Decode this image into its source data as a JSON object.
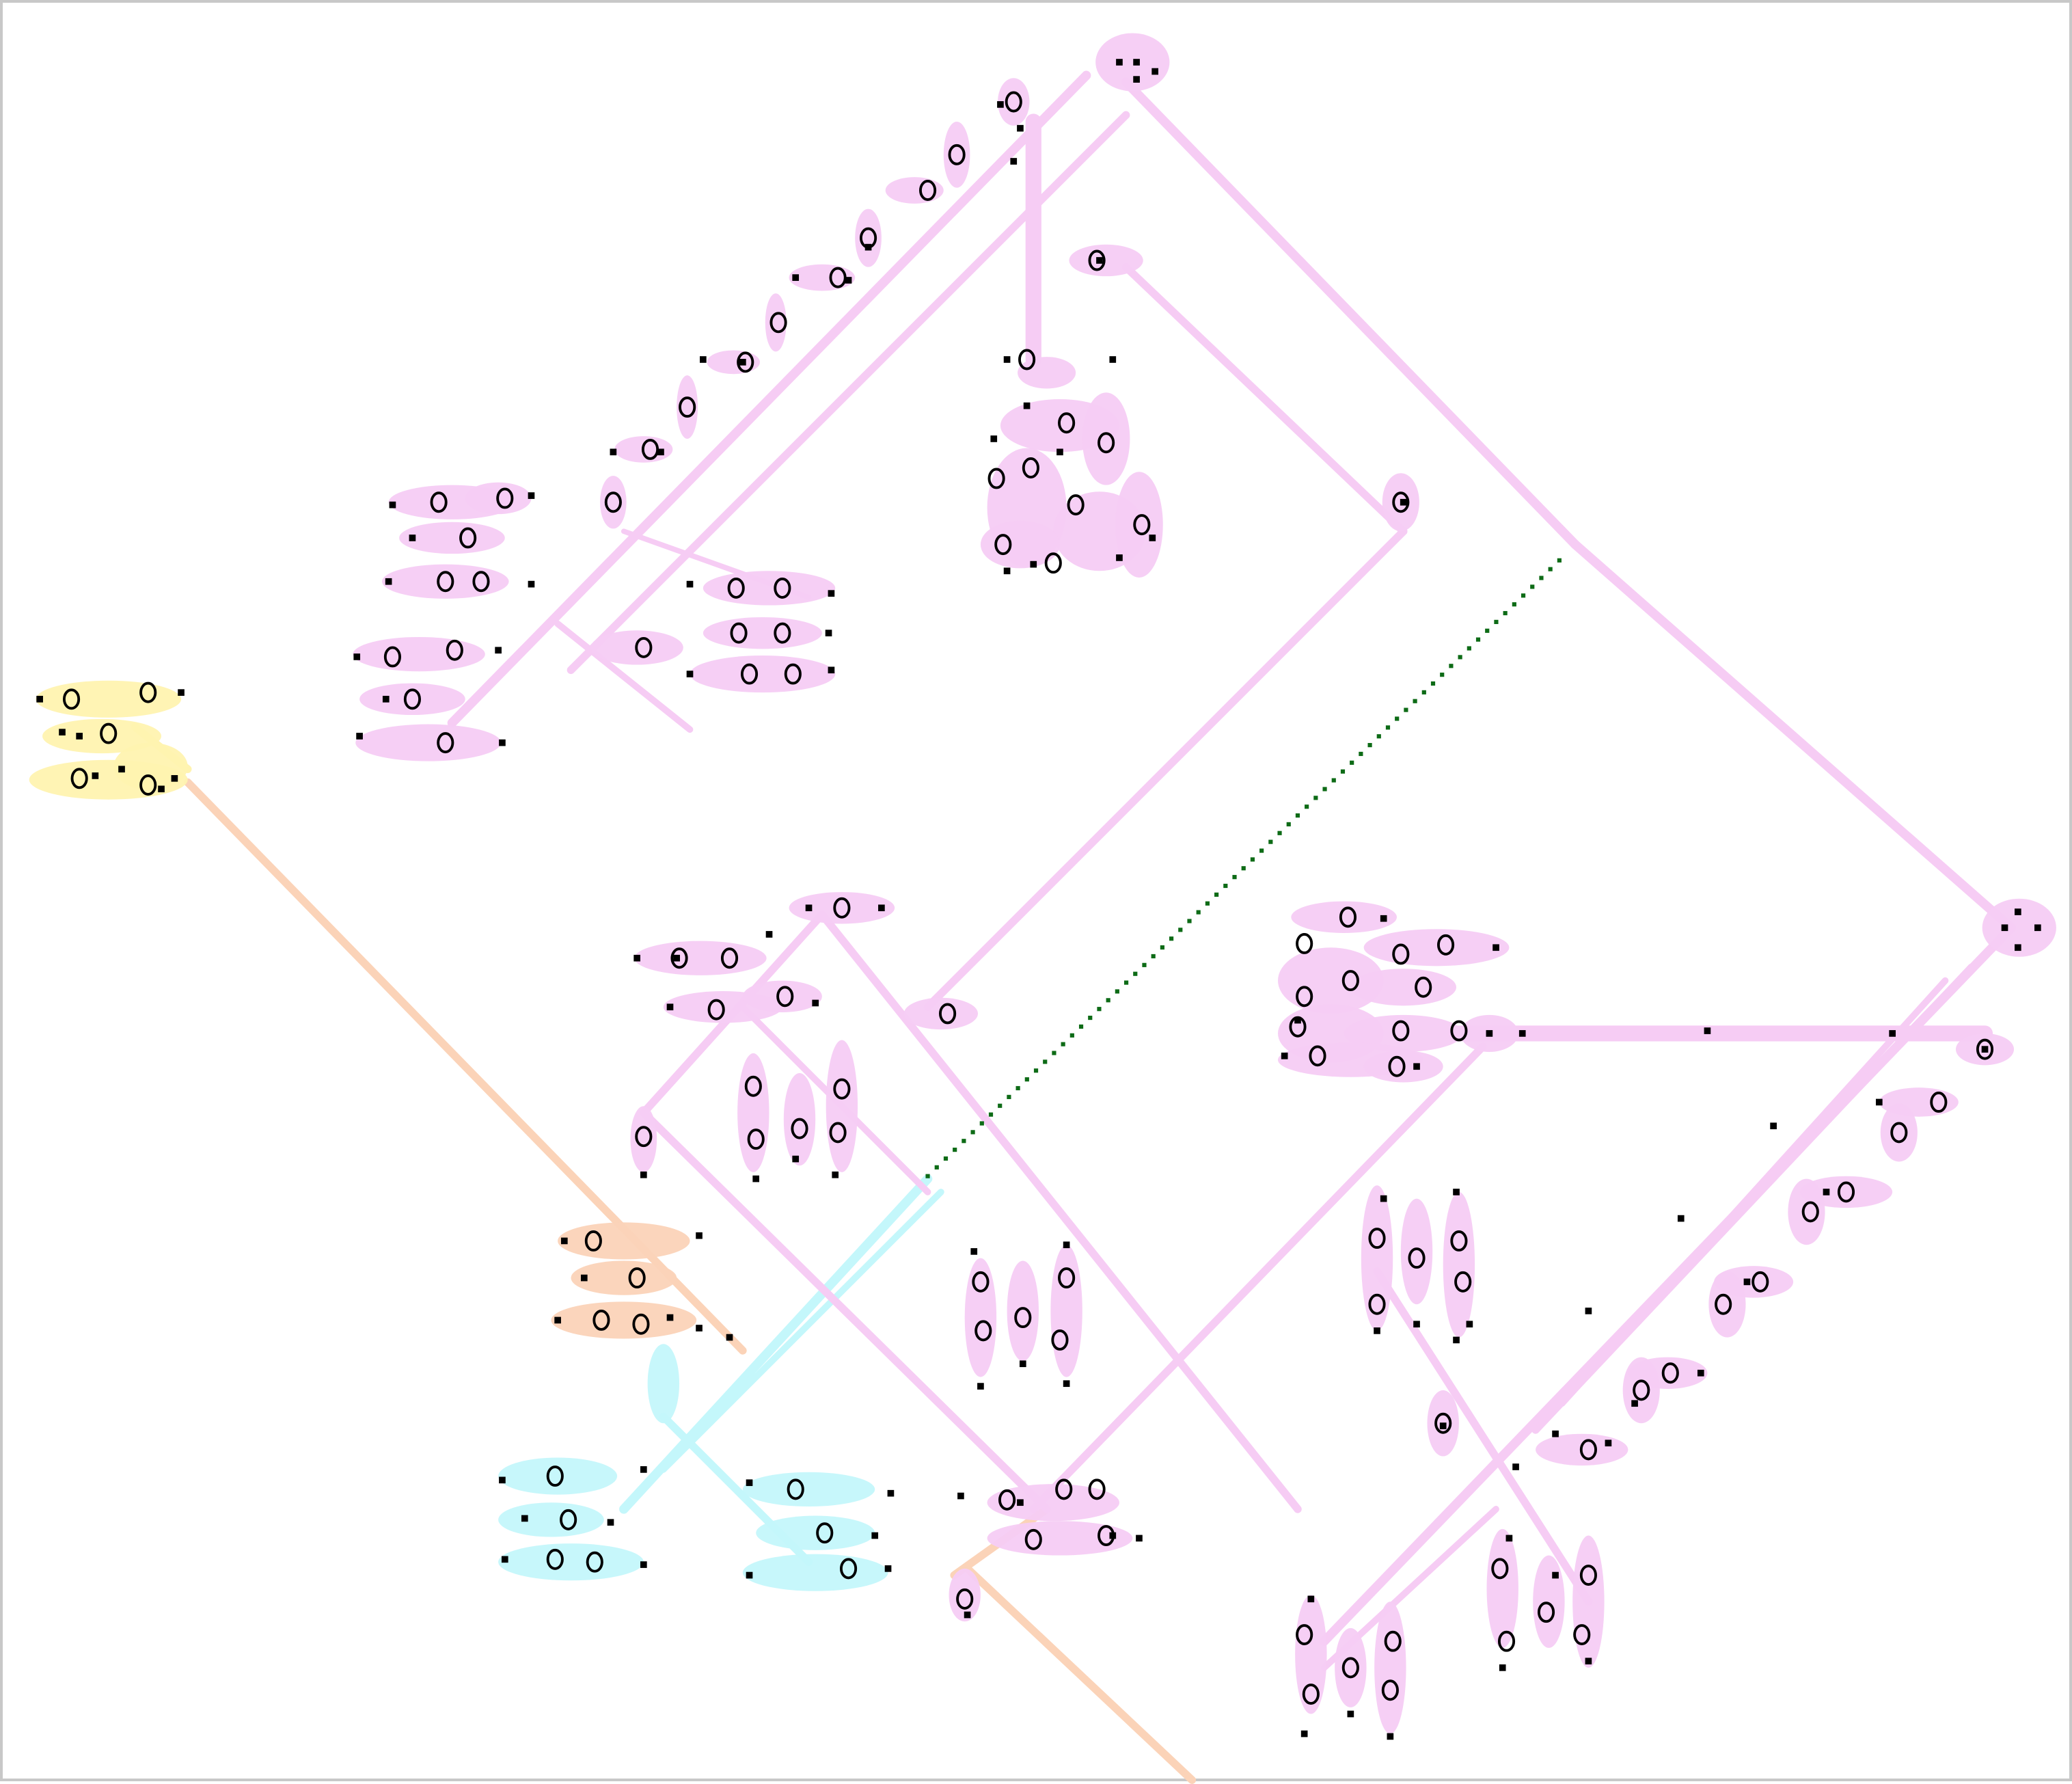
{
  "figure": {
    "kind": "cellular-automaton pattern",
    "background": "#ffffff",
    "frame_color": "#c8c8c8"
  },
  "palette": {
    "pink": "#f6ccf4",
    "pink_dark": "#f2b8ef",
    "yellow": "#fff3b0",
    "orange": "#fbd3b8",
    "cyan": "#c4f7fb",
    "green": "#0d6b16",
    "cell": "#000000"
  },
  "regions": [
    {
      "name": "yellow-cluster",
      "color": "yellow"
    },
    {
      "name": "orange-cluster",
      "color": "orange"
    },
    {
      "name": "cyan-cluster",
      "color": "cyan"
    },
    {
      "name": "pink-upper-pattern",
      "color": "pink"
    },
    {
      "name": "pink-lower-left-pattern",
      "color": "pink"
    },
    {
      "name": "pink-right-pattern",
      "color": "pink"
    },
    {
      "name": "green-diagonal",
      "color": "green"
    }
  ]
}
